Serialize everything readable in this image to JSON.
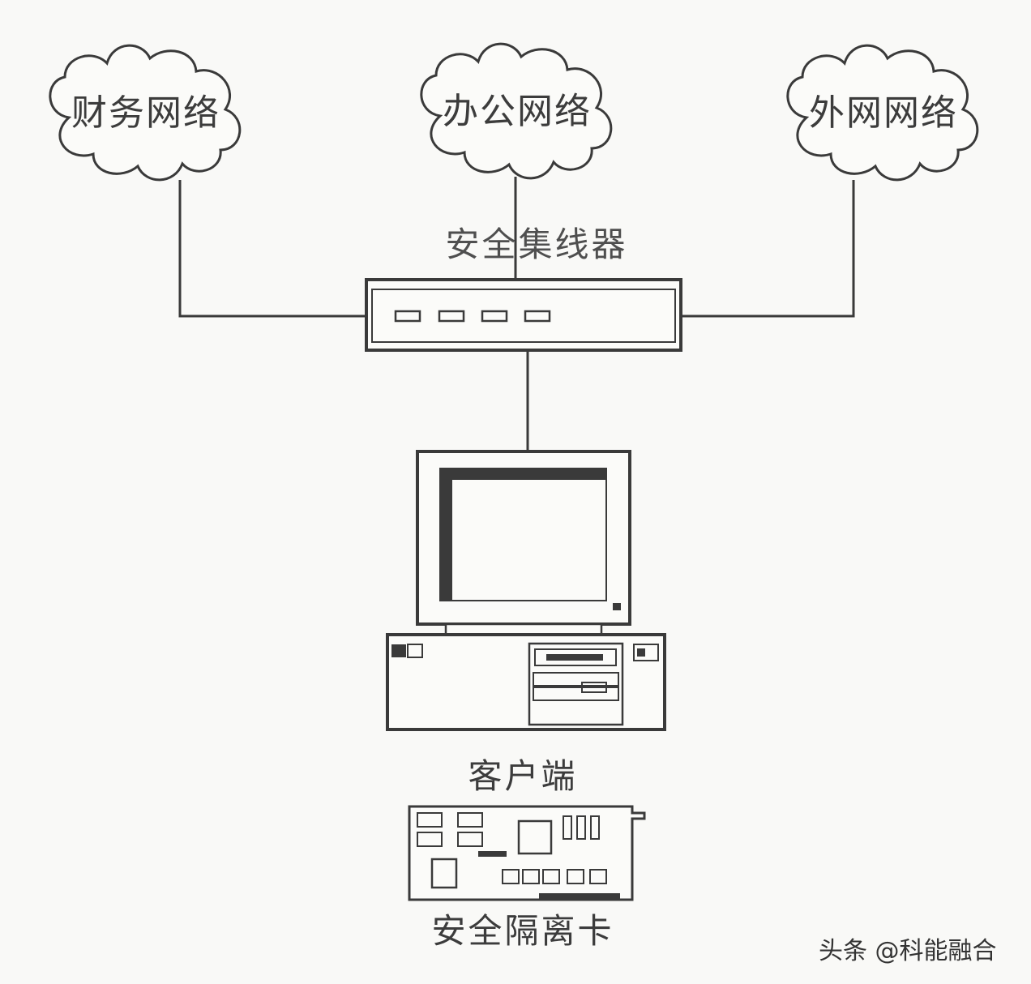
{
  "networks": [
    {
      "label": "财务网络"
    },
    {
      "label": "办公网络"
    },
    {
      "label": "外网网络"
    }
  ],
  "hub": {
    "label": "安全集线器"
  },
  "client": {
    "label": "客户端"
  },
  "card": {
    "label": "安全隔离卡"
  },
  "watermark": {
    "text": "头条 @科能融合"
  }
}
